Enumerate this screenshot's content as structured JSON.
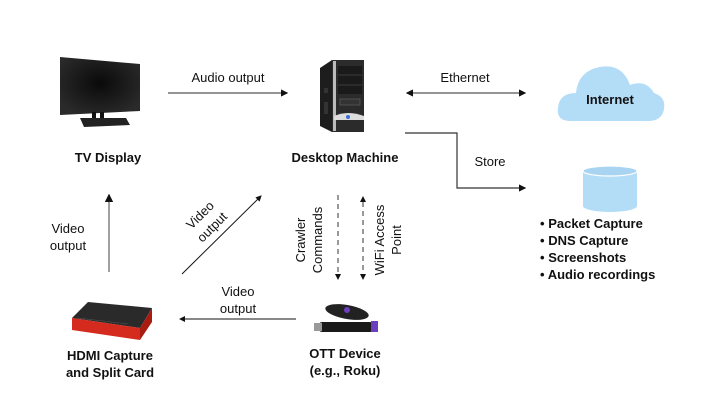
{
  "nodes": {
    "tv": {
      "label": "TV Display",
      "icon": "monitor-icon"
    },
    "desktop": {
      "label": "Desktop Machine",
      "icon": "desktop-tower-icon"
    },
    "internet": {
      "label": "Internet",
      "icon": "cloud-icon",
      "color": "#b3dcf7"
    },
    "storage": {
      "icon": "database-icon",
      "color": "#b3dcf7",
      "items": [
        "Packet Capture",
        "DNS Capture",
        "Screenshots",
        "Audio recordings"
      ]
    },
    "hdmi": {
      "line1": "HDMI Capture",
      "line2": "and Split Card",
      "icon": "capture-card-icon"
    },
    "ott": {
      "line1": "OTT Device",
      "line2": "(e.g., Roku)",
      "icon": "streaming-stick-icon"
    }
  },
  "edges": {
    "audio_output": "Audio output",
    "ethernet": "Ethernet",
    "store": "Store",
    "video_up": {
      "line1": "Video",
      "line2": "output"
    },
    "video_diag": {
      "line1": "Video",
      "line2": "output"
    },
    "video_left": {
      "line1": "Video",
      "line2": "output"
    },
    "crawler": {
      "line1": "Crawler",
      "line2": "Commands"
    },
    "wifi": {
      "line1": "WiFi Access",
      "line2": "Point"
    }
  },
  "bullet_symbol": "•"
}
